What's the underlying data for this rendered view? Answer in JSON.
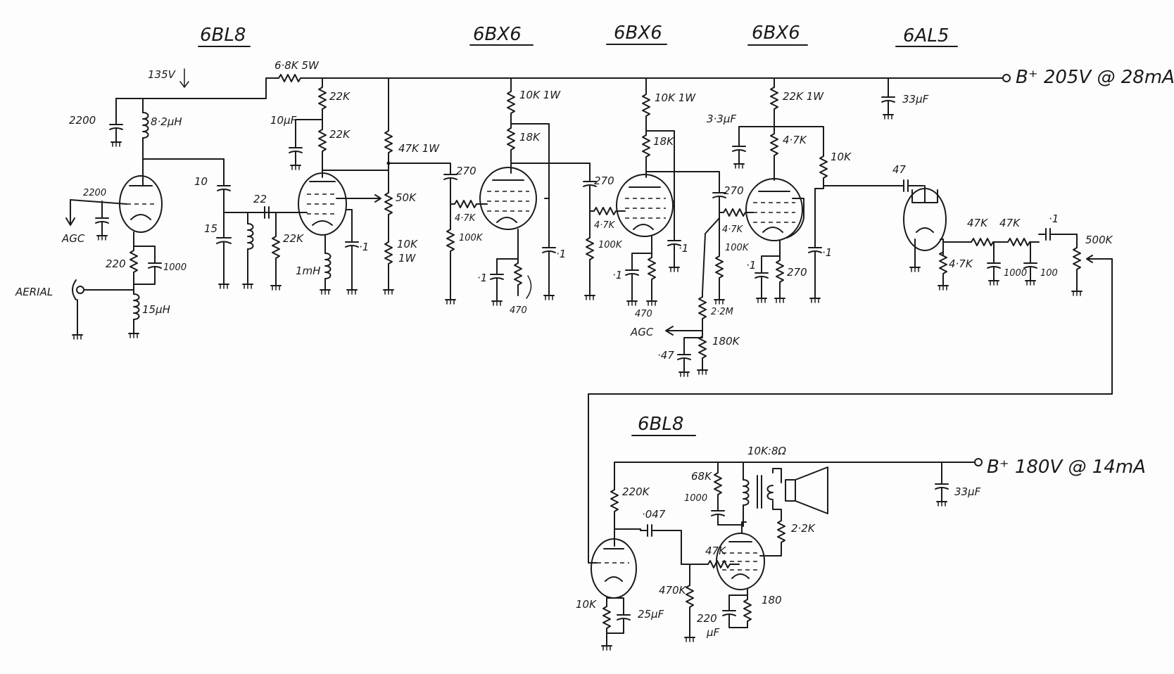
{
  "tubes": {
    "t1": "6BL8",
    "t2": "6BX6",
    "t3": "6BX6",
    "t4": "6BX6",
    "t5": "6AL5",
    "t6": "6BL8"
  },
  "supplies": {
    "bplus_1": "B⁺ 205V @ 28mA",
    "bplus_2": "B⁺ 180V @ 14mA",
    "v135": "135V"
  },
  "labels": {
    "aerial": "AERIAL",
    "agc_1": "AGC",
    "agc_2": "AGC"
  },
  "components": {
    "r_6k8": "6·8K 5W",
    "c_2200a": "2200",
    "l_8uh": "8·2μH",
    "c_2200b": "2200",
    "r_220": "220",
    "c_1000a": "1000",
    "l_15uh": "15μH",
    "c_10": "10",
    "c_15": "15",
    "c_22": "22",
    "r_22k_grid": "22K",
    "r_22k_a": "22K",
    "r_22k_b": "22K",
    "c_10uf": "10μF",
    "l_1mh": "1mH",
    "c_01a": "·1",
    "r_47k1w": "47K 1W",
    "r_50k": "50K",
    "r_10k1w_a": "10K",
    "r_10k1w_a2": "1W",
    "r_10k1w_b": "10K 1W",
    "r_18k_a": "18K",
    "c_270a": "270",
    "r_4k7a": "4·7K",
    "r_100ka": "100K",
    "c_01b": "·1",
    "c_01c": "·1",
    "r_470a": "470",
    "r_10k1w_c": "10K 1W",
    "r_18k_b": "18K",
    "c_270b": "270",
    "r_4k7b": "4·7K",
    "r_100kb": "100K",
    "c_01d": "·1",
    "c_01e": "·1",
    "r_470b": "470",
    "r_22k1w": "22K 1W",
    "c_3u3": "3·3μF",
    "r_4k7c": "4·7K",
    "r_10k_d": "10K",
    "c_270c": "270",
    "r_4k7d": "4·7K",
    "r_100kc": "100K",
    "c_01f": "·1",
    "r_270": "270",
    "c_01g": "·1",
    "r_2m2": "2·2M",
    "r_180k": "180K",
    "c_047": "·47",
    "c_33ufa": "33μF",
    "c_47": "47",
    "r_47k_a": "47K",
    "r_47k_b": "47K",
    "c_01h": "·1",
    "r_500k": "500K",
    "r_4k7e": "4·7K",
    "c_1000b": "1000",
    "c_100": "100",
    "xfmr": "10K:8Ω",
    "r_220k": "220K",
    "c_0047": "·047",
    "r_10k_e": "10K",
    "c_25uf": "25μF",
    "r_470k": "470K",
    "r_47k_c": "47K",
    "r_68k": "68K",
    "c_1000c": "1000",
    "r_2k2": "2·2K",
    "c_220uf": "220",
    "c_220uf_unit": "μF",
    "r_180": "180",
    "c_33ufb": "33μF"
  }
}
